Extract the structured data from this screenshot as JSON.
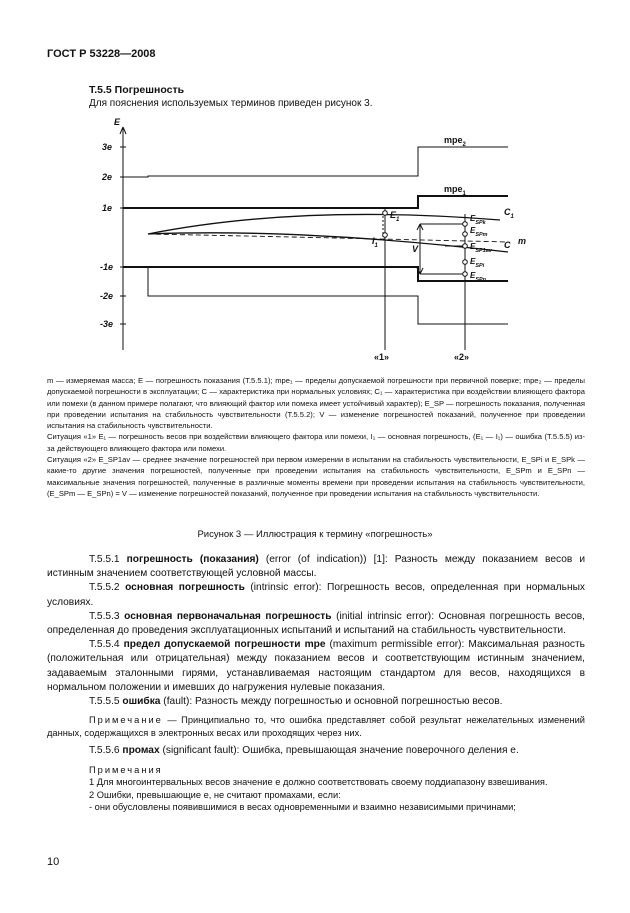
{
  "header": "ГОСТ Р 53228—2008",
  "section_title": "Т.5.5 Погрешность",
  "intro": "Для пояснения используемых терминов приведен рисунок 3.",
  "figure": {
    "y_axis_label": "E",
    "y_ticks": [
      "3e",
      "2e",
      "1e",
      "-1e",
      "-2e",
      "-3e"
    ],
    "x_markers": [
      "«1»",
      "«2»"
    ],
    "curve_labels": {
      "mpe2": "mpe",
      "mpe2_sub": "2",
      "mpe1": "mpe",
      "mpe1_sub": "1",
      "C1": "C",
      "C1_sub": "1",
      "C": "C",
      "m": "m"
    },
    "point_labels": {
      "E1": "E",
      "E1_sub": "1",
      "I1": "I",
      "I1_sub": "1",
      "V": "V",
      "ESPk": "E",
      "ESPk_sub": "SPk",
      "ESPm": "E",
      "ESPm_sub": "SPm",
      "ESP1av": "E",
      "ESP1av_sub": "SP1av",
      "ESPi": "E",
      "ESPi_sub": "SPi",
      "ESPn": "E",
      "ESPn_sub": "SPn"
    }
  },
  "legend": {
    "p1": "m — измеряемая масса; E — погрешность показания (Т.5.5.1); mpe₁ — пределы допускаемой погрешности при первичной поверке; mpe₂ — пределы допускаемой погрешности в эксплуатации; C — характеристика при нормальных условиях; C₁ — характеристика при воздействии влияющего фактора или помехи (в данном примере полагают, что влияющий фактор или помеха имеет устойчивый характер); E_SP — погрешность показания, полученная при проведении испытания на стабильность чувствительности (Т.5.5.2); V — изменение погрешностей показаний, полученное при проведении испытания на стабильность чувствительности.",
    "p2": "Ситуация «1» E₁ — погрешность весов при воздействии влияющего фактора или помехи, I₁ — основная погрешность, (E₁ — I₁) — ошибка (Т.5.5.5) из-за действующего влияющего фактора или помехи.",
    "p3": "Ситуация «2» E_SP1av — среднее значение погрешностей при первом измерении в испытании на стабильность чувствительности, E_SPi и E_SPk — какие-то другие значения погрешностей, полученные при проведении испытания на стабильность чувствительности, E_SPm и E_SPn — максимальные значения погрешностей, полученные в различные моменты времени при проведении испытания на стабильность чувствительности, (E_SPm — E_SPn) = V — изменение погрешностей показаний, полученное при проведении испытания на стабильность чувствительности."
  },
  "caption": "Рисунок 3 — Иллюстрация к термину «погрешность»",
  "paras": {
    "p1_num": "Т.5.5.1 ",
    "p1_term": "погрешность (показания)",
    "p1_rest": " (error (of indication)) [1]: Разность между показанием весов и истинным значением соответствующей условной массы.",
    "p2_num": "Т.5.5.2 ",
    "p2_term": "основная погрешность",
    "p2_rest": " (intrinsic error): Погрешность весов, определенная при нормальных условиях.",
    "p3_num": "Т.5.5.3 ",
    "p3_term": "основная первоначальная погрешность",
    "p3_rest": " (initial intrinsic error): Основная погрешность весов, определенная до проведения эксплуатационных испытаний и испытаний на стабильность чувствительности.",
    "p4_num": "Т.5.5.4 ",
    "p4_term": "предел допускаемой погрешности mpe",
    "p4_rest": " (maximum permissible error): Максимальная разность (положительная или отрицательная) между показанием весов и соответствующим истинным значением, задаваемым эталонными гирями, устанавливаемая настоящим стандартом для весов, находящихся в нормальном положении и имевших до нагружения нулевые показания.",
    "p5_num": "Т.5.5.5 ",
    "p5_term": "ошибка",
    "p5_rest": " (fault): Разность между погрешностью и основной погрешностью весов.",
    "note_label": "Примечание",
    "note_text": " — Принципиально то, что ошибка представляет собой результат нежелательных изменений данных, содержащихся в электронных весах или проходящих через них.",
    "p6_num": "Т.5.5.6 ",
    "p6_term": "промах",
    "p6_rest": " (significant fault): Ошибка, превышающая значение поверочного деления e.",
    "notes_label": "Примечания",
    "n1": "1 Для многоинтервальных весов значение e должно соответствовать своему поддиапазону взвешивания.",
    "n2": "2 Ошибки, превышающие e, не считают промахами, если:",
    "n3": "- они обусловлены появившимися в весах одновременными и взаимно независимыми причинами;"
  },
  "page_number": "10"
}
